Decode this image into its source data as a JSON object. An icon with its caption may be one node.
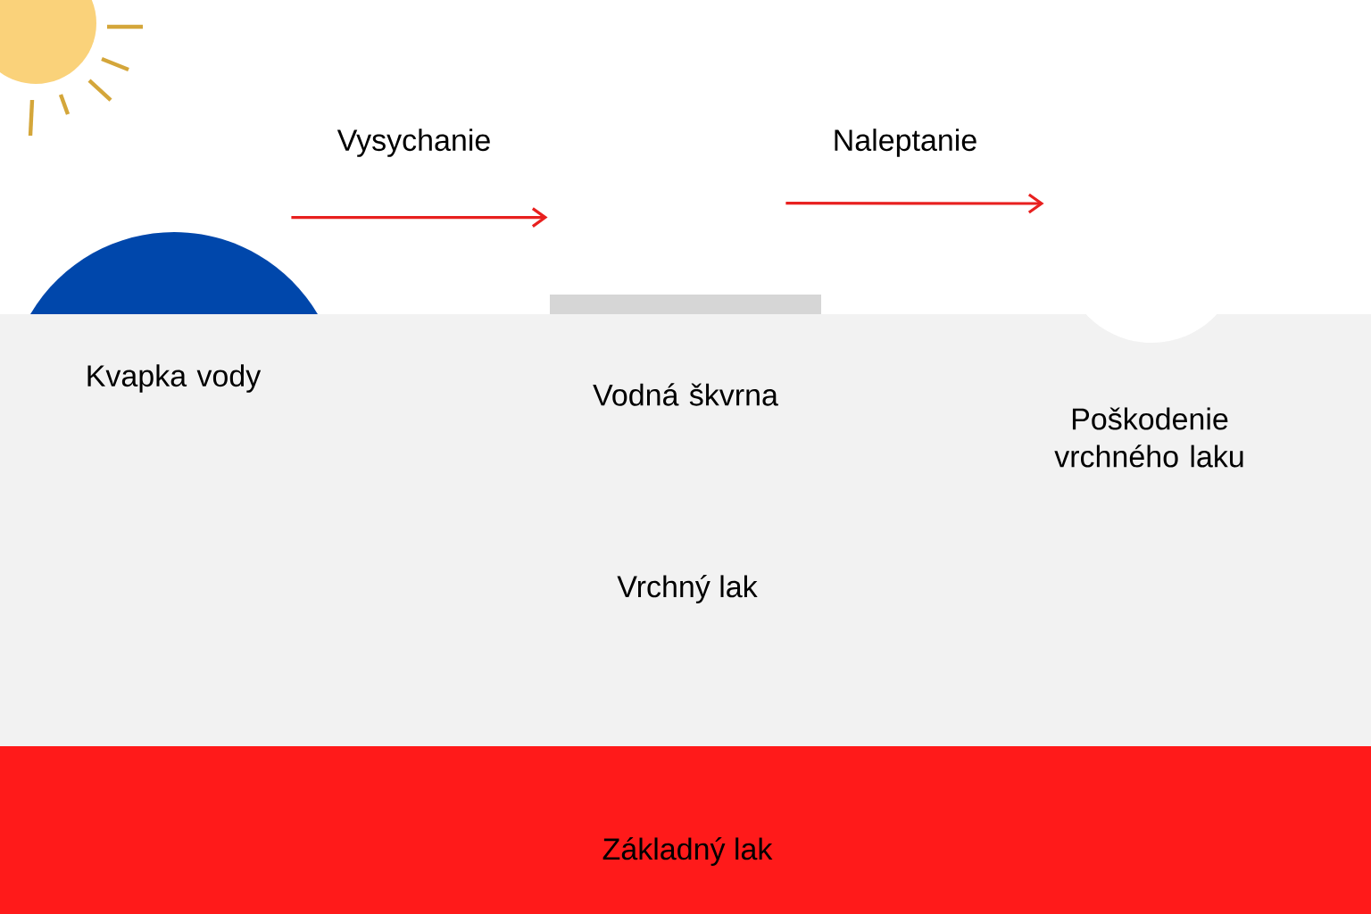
{
  "diagram": {
    "nodes": [
      {
        "text": [
          "Vrchný lak"
        ]
      },
      {
        "text": [
          "Základný lak"
        ]
      },
      {
        "text": [],
        "shape": "semicircle"
      },
      {
        "text": [],
        "shape": "bar"
      },
      {
        "text": [],
        "shape": "circle"
      }
    ],
    "edges": [
      {
        "from": 2,
        "to": 3,
        "arrow": "to",
        "label": "Vysychanie"
      },
      {
        "from": 3,
        "to": 4,
        "arrow": "to",
        "label": "Naleptanie"
      }
    ],
    "labels": [
      "Kvapka vody",
      "Vodná škvrna",
      "Poškodenie vrchného laku"
    ]
  }
}
